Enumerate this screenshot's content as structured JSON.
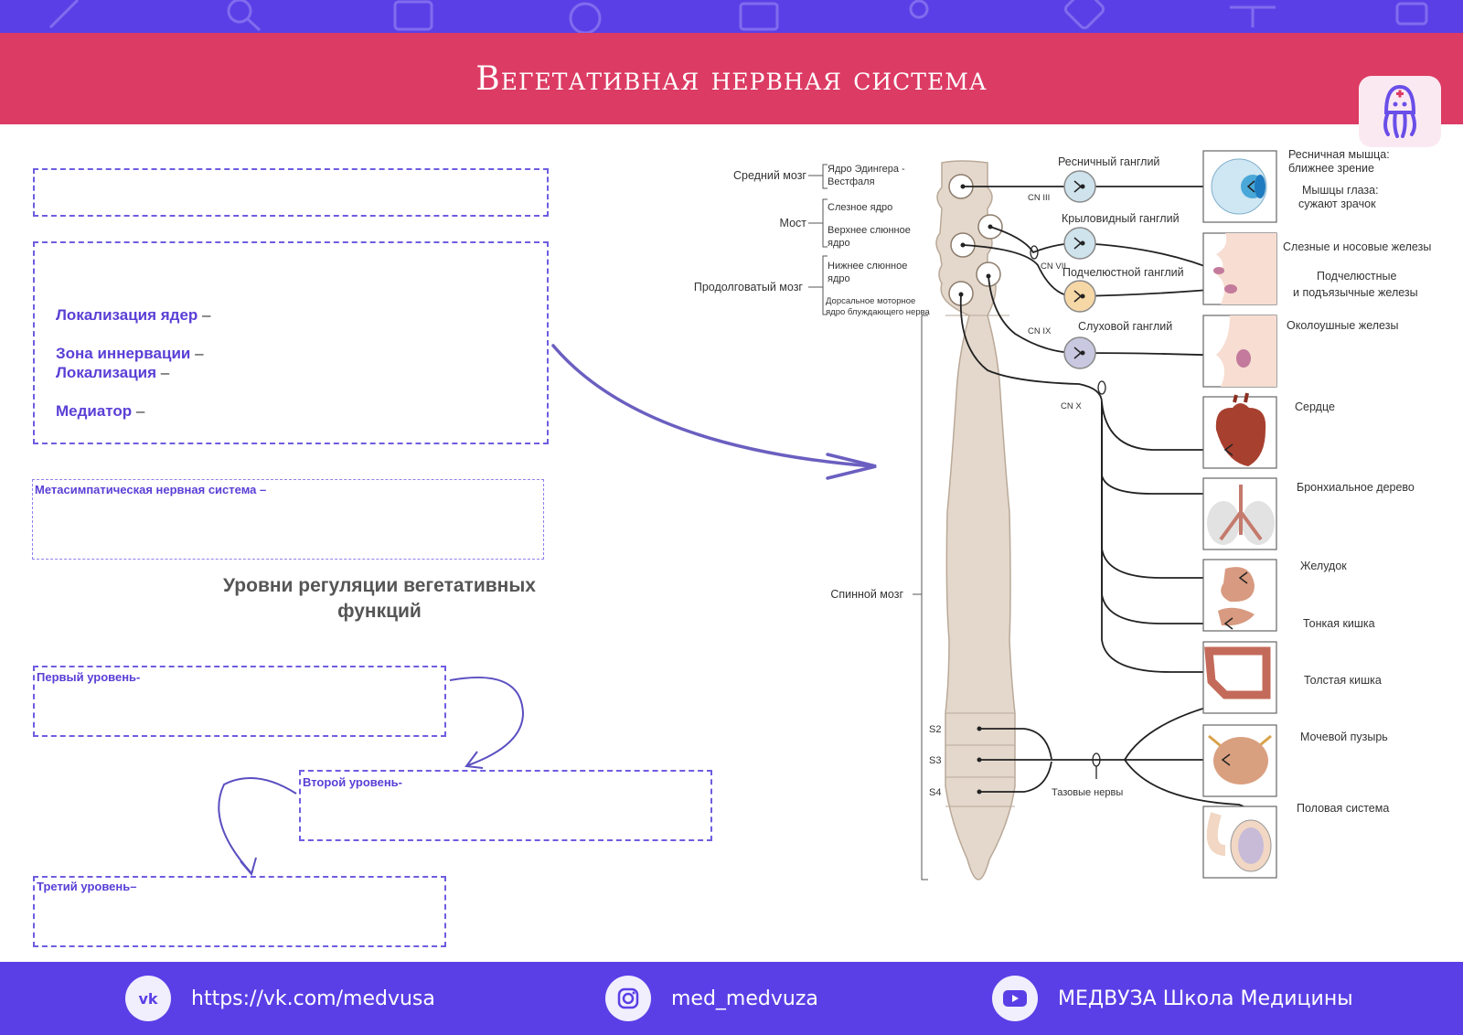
{
  "header": {
    "title": "Вегетативная нервная система"
  },
  "left": {
    "items": [
      {
        "label": "Локализация ядер",
        "dash": " –"
      },
      {
        "label": "Зона иннервации",
        "dash": " –"
      },
      {
        "label": "Локализация",
        "dash": " –"
      },
      {
        "label": "Медиатор",
        "dash": " –"
      }
    ],
    "metasympathetic": "Метасимпатическая нервная система –",
    "levels_title": "Уровни регуляции вегетативных функций",
    "level1": "Первый уровень-",
    "level2": "Второй уровень-",
    "level3": "Третий уровень–"
  },
  "diagram": {
    "brain_labels": {
      "midbrain": "Средний мозг",
      "pons": "Мост",
      "medulla": "Продолговатый мозг",
      "spinal": "Спинной мозг"
    },
    "nuclei": {
      "edinger1": "Ядро Эдингера -",
      "edinger2": "Вестфаля",
      "lacrimal": "Слезное ядро",
      "sup_salivary1": "Верхнее слюнное",
      "sup_salivary2": "ядро",
      "inf_salivary1": "Нижнее слюнное",
      "inf_salivary2": "ядро",
      "vagus1": "Дорсальное моторное",
      "vagus2": "ядро блуждающего нерва"
    },
    "ganglia": {
      "ciliary": "Ресничный ганглий",
      "pterygo": "Крыловидный ганглий",
      "submandibular": "Подчелюстной ганглий",
      "otic": "Слуховой ганглий"
    },
    "nerves": {
      "cn3": "CN III",
      "cn7": "CN VII",
      "cn9": "CN IX",
      "cn10": "CN X",
      "pelvic": "Тазовые нервы"
    },
    "segments": [
      "S2",
      "S3",
      "S4"
    ],
    "organs": {
      "ciliary1": "Ресничная мышца:",
      "ciliary2": "ближнее зрение",
      "eye1": "Мышцы глаза:",
      "eye2": "сужают зрачок",
      "lacrimal": "Слезные и носовые железы",
      "sublingual1": "Подчелюстные",
      "sublingual2": "и подъязычные железы",
      "parotid": "Околоушные железы",
      "heart": "Сердце",
      "bronchi": "Бронхиальное дерево",
      "stomach": "Желудок",
      "small_int": "Тонкая кишка",
      "large_int": "Толстая кишка",
      "bladder": "Мочевой пузырь",
      "genital": "Половая система"
    }
  },
  "footer": {
    "vk": "https://vk.com/medvusa",
    "instagram": "med_medvuza",
    "youtube": "МЕДВУЗА Школа Медицины"
  },
  "colors": {
    "header": "#dc3b64",
    "strip": "#5b3fe6",
    "accent": "#5a3fd6"
  }
}
